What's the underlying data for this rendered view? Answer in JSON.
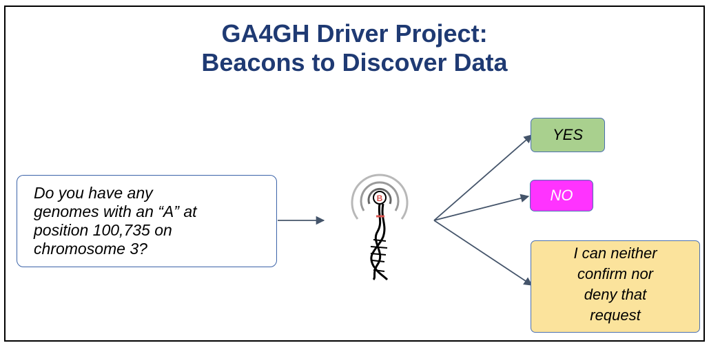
{
  "title": {
    "line1": "GA4GH Driver Project:",
    "line2": "Beacons to Discover Data"
  },
  "question": {
    "line1": "Do you have any",
    "line2": "genomes with an “A” at",
    "line3": "position 100,735 on",
    "line4": "chromosome 3?"
  },
  "beacon": {
    "icon": "beacon-dna-icon",
    "letter": "B"
  },
  "answers": {
    "yes": "YES",
    "no": "NO",
    "unsure": {
      "line1": "I can neither",
      "line2": "confirm nor",
      "line3": "deny that",
      "line4": "request"
    }
  },
  "colors": {
    "title": "#1f3a73",
    "border": "#3a62a8",
    "arrow": "#44546a",
    "yes_fill": "#a9d08e",
    "no_fill": "#ff33ff",
    "unsure_fill": "#fbe39c",
    "beacon_red": "#d9534f"
  }
}
